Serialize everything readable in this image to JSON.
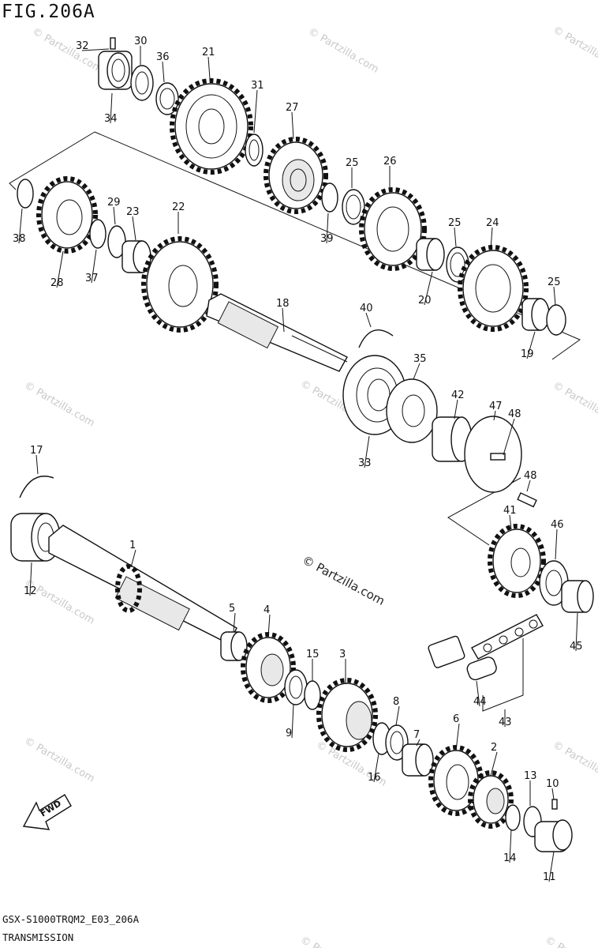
{
  "figure": {
    "title": "FIG.206A",
    "model_code": "GSX-S1000TRQM2_E03_206A",
    "section_name": "TRANSMISSION",
    "copyright": "© Partzilla.com",
    "watermark": "© Partzilla.com",
    "forward_label": "FWD"
  },
  "parts": [
    {
      "id": "1",
      "label": "1"
    },
    {
      "id": "2",
      "label": "2"
    },
    {
      "id": "3",
      "label": "3"
    },
    {
      "id": "4",
      "label": "4"
    },
    {
      "id": "5",
      "label": "5"
    },
    {
      "id": "6",
      "label": "6"
    },
    {
      "id": "7",
      "label": "7"
    },
    {
      "id": "8",
      "label": "8"
    },
    {
      "id": "9",
      "label": "9"
    },
    {
      "id": "10",
      "label": "10"
    },
    {
      "id": "11",
      "label": "11"
    },
    {
      "id": "12",
      "label": "12"
    },
    {
      "id": "13",
      "label": "13"
    },
    {
      "id": "14",
      "label": "14"
    },
    {
      "id": "15",
      "label": "15"
    },
    {
      "id": "16",
      "label": "16"
    },
    {
      "id": "17",
      "label": "17"
    },
    {
      "id": "18",
      "label": "18"
    },
    {
      "id": "19",
      "label": "19"
    },
    {
      "id": "20",
      "label": "20"
    },
    {
      "id": "21",
      "label": "21"
    },
    {
      "id": "22",
      "label": "22"
    },
    {
      "id": "23",
      "label": "23"
    },
    {
      "id": "24",
      "label": "24"
    },
    {
      "id": "25a",
      "label": "25"
    },
    {
      "id": "25b",
      "label": "25"
    },
    {
      "id": "25c",
      "label": "25"
    },
    {
      "id": "26",
      "label": "26"
    },
    {
      "id": "27",
      "label": "27"
    },
    {
      "id": "28",
      "label": "28"
    },
    {
      "id": "29",
      "label": "29"
    },
    {
      "id": "30",
      "label": "30"
    },
    {
      "id": "31",
      "label": "31"
    },
    {
      "id": "32",
      "label": "32"
    },
    {
      "id": "33",
      "label": "33"
    },
    {
      "id": "34",
      "label": "34"
    },
    {
      "id": "35",
      "label": "35"
    },
    {
      "id": "36",
      "label": "36"
    },
    {
      "id": "37",
      "label": "37"
    },
    {
      "id": "38",
      "label": "38"
    },
    {
      "id": "39",
      "label": "39"
    },
    {
      "id": "40",
      "label": "40"
    },
    {
      "id": "41",
      "label": "41"
    },
    {
      "id": "42",
      "label": "42"
    },
    {
      "id": "43",
      "label": "43"
    },
    {
      "id": "44",
      "label": "44"
    },
    {
      "id": "45",
      "label": "45"
    },
    {
      "id": "46",
      "label": "46"
    },
    {
      "id": "47",
      "label": "47"
    },
    {
      "id": "48a",
      "label": "48"
    },
    {
      "id": "48b",
      "label": "48"
    }
  ]
}
